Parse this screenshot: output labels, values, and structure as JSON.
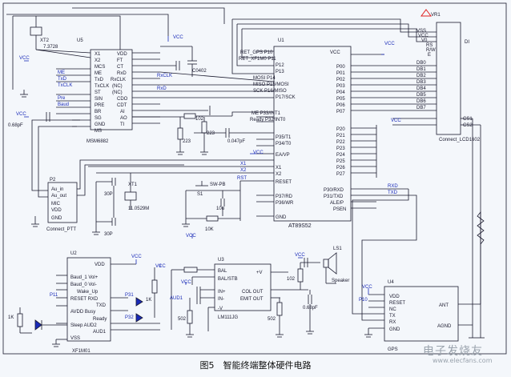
{
  "caption": "图5　智能终端整体硬件电路",
  "watermark": {
    "brand": "电子发烧友",
    "url": "www.elecfans.com"
  },
  "chips": {
    "u1": {
      "ref": "U1",
      "part": "AT89S52",
      "left_pins": [
        "RET_GPS P10",
        "RET_XF1M0 P11",
        "P12",
        "P13",
        "MOSI P14",
        "MISO P15/MOSI",
        "SCK P16/MISO",
        "P17/SCK",
        "ME P33/INT1",
        "Ready P32/INT0",
        "P35/T1",
        "P34/T0",
        "EA/VP",
        "X1",
        "X2",
        "RESET",
        "P37/RD",
        "P36/WR",
        "GND"
      ],
      "right_pins": [
        "VCC",
        "P00",
        "P01",
        "P02",
        "P03",
        "P04",
        "P05",
        "P06",
        "P07",
        "P20",
        "P21",
        "P22",
        "P23",
        "P24",
        "P25",
        "P26",
        "P27",
        "P30/RXD",
        "P31/TXD",
        "ALE/P",
        "PSEN"
      ]
    },
    "u5": {
      "ref": "U5",
      "part": "MSM6882",
      "left_pins": [
        "X1",
        "X2",
        "MCS",
        "ME",
        "TxD",
        "TxCLK",
        "ST",
        "SIN",
        "PRE",
        "BR",
        "SG",
        "GND",
        "MS"
      ],
      "right_pins": [
        "VDD",
        "FT",
        "CT",
        "RxD",
        "RxCLK",
        "(NC)",
        "(NC)",
        "CDO",
        "CDT",
        "AI",
        "AO",
        "TI"
      ]
    },
    "u2": {
      "ref": "U2",
      "part": "XF1M01",
      "left_pins": [
        "Baud_1 Vol+",
        "Baud_0 Vol-",
        "Wake_Up",
        "RESET RXD",
        "AVDD Busy",
        "Sleep AUD2",
        "VSS"
      ],
      "right_pins": [
        "VDD",
        "TXD",
        "Ready",
        "AUD1"
      ]
    },
    "u3": {
      "ref": "U3",
      "part": "LM111JG",
      "pins": [
        "BAL",
        "BAL/STB",
        "IN+",
        "IN-",
        "-V",
        "+V",
        "COL OUT",
        "EMIT OUT"
      ]
    },
    "u4": {
      "ref": "U4",
      "part": "GPS",
      "pins": [
        "VDD",
        "RESET",
        "NC",
        "TX",
        "RX",
        "GND",
        "ANT",
        "AGND"
      ]
    },
    "lcd": {
      "ref": "DI",
      "part": "Connect_LCD1602",
      "pins": [
        "VSS",
        "VCC",
        "V0",
        "RS",
        "R/W",
        "E",
        "DB0",
        "DB1",
        "DB2",
        "DB3",
        "DB4",
        "DB5",
        "DB6",
        "DB7",
        "CS1",
        "CS2"
      ]
    },
    "p2": {
      "ref": "P2",
      "part": "Connect_PTT",
      "pins": [
        "Au_in",
        "Au_out",
        "MIC",
        "VDD",
        "GND"
      ]
    }
  },
  "components": {
    "xt2": "XT2",
    "xt2_freq": "7.3728",
    "xt1": "XT1",
    "xt1_freq": "11.0529M",
    "c0402": "C0402",
    "c_068pf": "0.68pF",
    "c_047": "0.047pF",
    "r_223a": "223",
    "r_223b": "223",
    "r_102": "102",
    "r_10k": "10K",
    "c_30p_a": "30P",
    "c_30p_b": "30P",
    "c_10u": "10u",
    "s1": "S1",
    "sw": "SW-PB",
    "r_1k_a": "1K",
    "r_1k_b": "1K",
    "r_502a": "502",
    "r_502b": "502",
    "r_102b": "102",
    "c_068pf_b": "0.68pF",
    "ls1": "LS1",
    "speaker": "Speaker",
    "p11": "P11",
    "p31": "P31",
    "p32": "P32",
    "p10": "P10",
    "aud1": "AUD1",
    "vr1": "VR1"
  },
  "nets": {
    "vcc": "VCC",
    "rxd": "RXD",
    "txd": "TXD",
    "rxd2": "RxD",
    "rst": "RST",
    "x1": "X1",
    "x2": "X2",
    "pre": "Pre",
    "baud": "Baud",
    "me": "ME",
    "txd2": "TxD",
    "txclk": "TxCLK",
    "rxclk": "RxCLK"
  }
}
